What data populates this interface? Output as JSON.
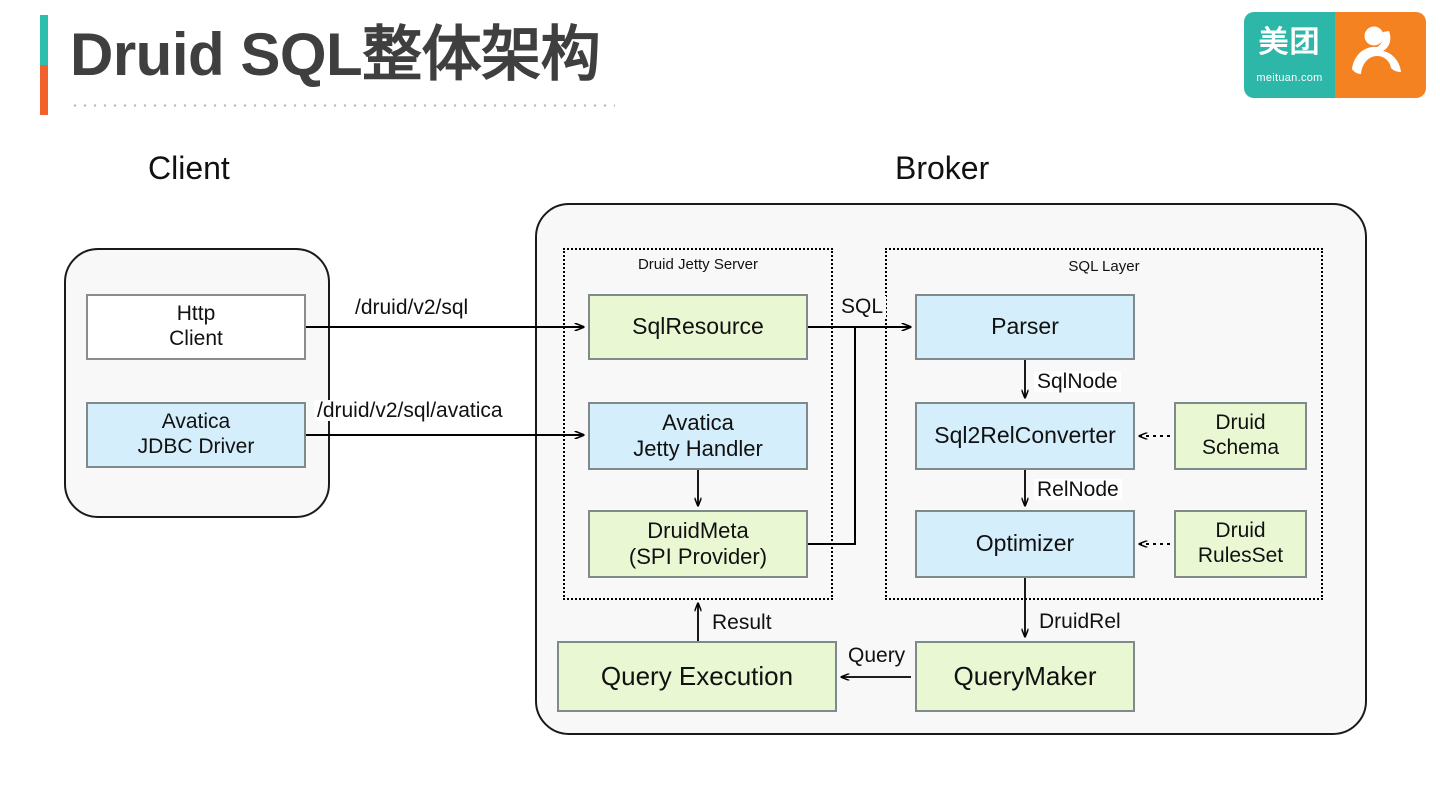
{
  "header": {
    "title": "Druid SQL整体架构",
    "accent_top_color": "#2dbfae",
    "accent_bottom_color": "#f2612c",
    "logo": {
      "name": "meituan-logo",
      "cn_text": "美团",
      "latin_text": "meituan.com",
      "left_color": "#2cb7a8",
      "right_color": "#f58220"
    }
  },
  "diagram": {
    "type": "architecture-flow",
    "groups": [
      {
        "id": "client",
        "label": "Client"
      },
      {
        "id": "broker",
        "label": "Broker"
      }
    ],
    "subgroups": [
      {
        "id": "jetty",
        "label": "Druid Jetty Server"
      },
      {
        "id": "sqllayer",
        "label": "SQL Layer"
      }
    ],
    "nodes": {
      "http_client": {
        "label": "Http\nClient",
        "color": "white"
      },
      "avatica_jdbc": {
        "label": "Avatica\nJDBC Driver",
        "color": "blue"
      },
      "sql_resource": {
        "label": "SqlResource",
        "color": "green"
      },
      "avatica_handler": {
        "label": "Avatica\nJetty Handler",
        "color": "blue"
      },
      "druid_meta": {
        "label": "DruidMeta\n(SPI Provider)",
        "color": "green"
      },
      "parser": {
        "label": "Parser",
        "color": "blue"
      },
      "sql2rel": {
        "label": "Sql2RelConverter",
        "color": "blue"
      },
      "optimizer": {
        "label": "Optimizer",
        "color": "blue"
      },
      "druid_schema": {
        "label": "Druid\nSchema",
        "color": "green"
      },
      "druid_rules": {
        "label": "Druid\nRulesSet",
        "color": "green"
      },
      "query_execution": {
        "label": "Query Execution",
        "color": "green"
      },
      "query_maker": {
        "label": "QueryMaker",
        "color": "green"
      }
    },
    "edges": [
      {
        "id": "e1",
        "from": "http_client",
        "to": "sql_resource",
        "label": "/druid/v2/sql"
      },
      {
        "id": "e2",
        "from": "avatica_jdbc",
        "to": "avatica_handler",
        "label": "/druid/v2/sql/avatica"
      },
      {
        "id": "e3",
        "from": "sql_resource",
        "to": "parser",
        "label": "SQL"
      },
      {
        "id": "e4",
        "from": "avatica_handler",
        "to": "druid_meta",
        "label": ""
      },
      {
        "id": "e5",
        "from": "druid_meta",
        "to": "parser",
        "label": ""
      },
      {
        "id": "e6",
        "from": "parser",
        "to": "sql2rel",
        "label": "SqlNode"
      },
      {
        "id": "e7",
        "from": "sql2rel",
        "to": "optimizer",
        "label": "RelNode"
      },
      {
        "id": "e8",
        "from": "druid_schema",
        "to": "sql2rel",
        "label": "",
        "style": "dotted"
      },
      {
        "id": "e9",
        "from": "druid_rules",
        "to": "optimizer",
        "label": "",
        "style": "dotted"
      },
      {
        "id": "e10",
        "from": "optimizer",
        "to": "query_maker",
        "label": "DruidRel"
      },
      {
        "id": "e11",
        "from": "query_maker",
        "to": "query_execution",
        "label": "Query"
      },
      {
        "id": "e12",
        "from": "query_execution",
        "to": "jetty",
        "label": "Result"
      }
    ],
    "colors": {
      "green_fill": "#e9f7d2",
      "blue_fill": "#d4eefb",
      "node_border": "#808a8d",
      "container_fill": "#f8f8f8",
      "container_border": "#1a1a1a"
    }
  }
}
